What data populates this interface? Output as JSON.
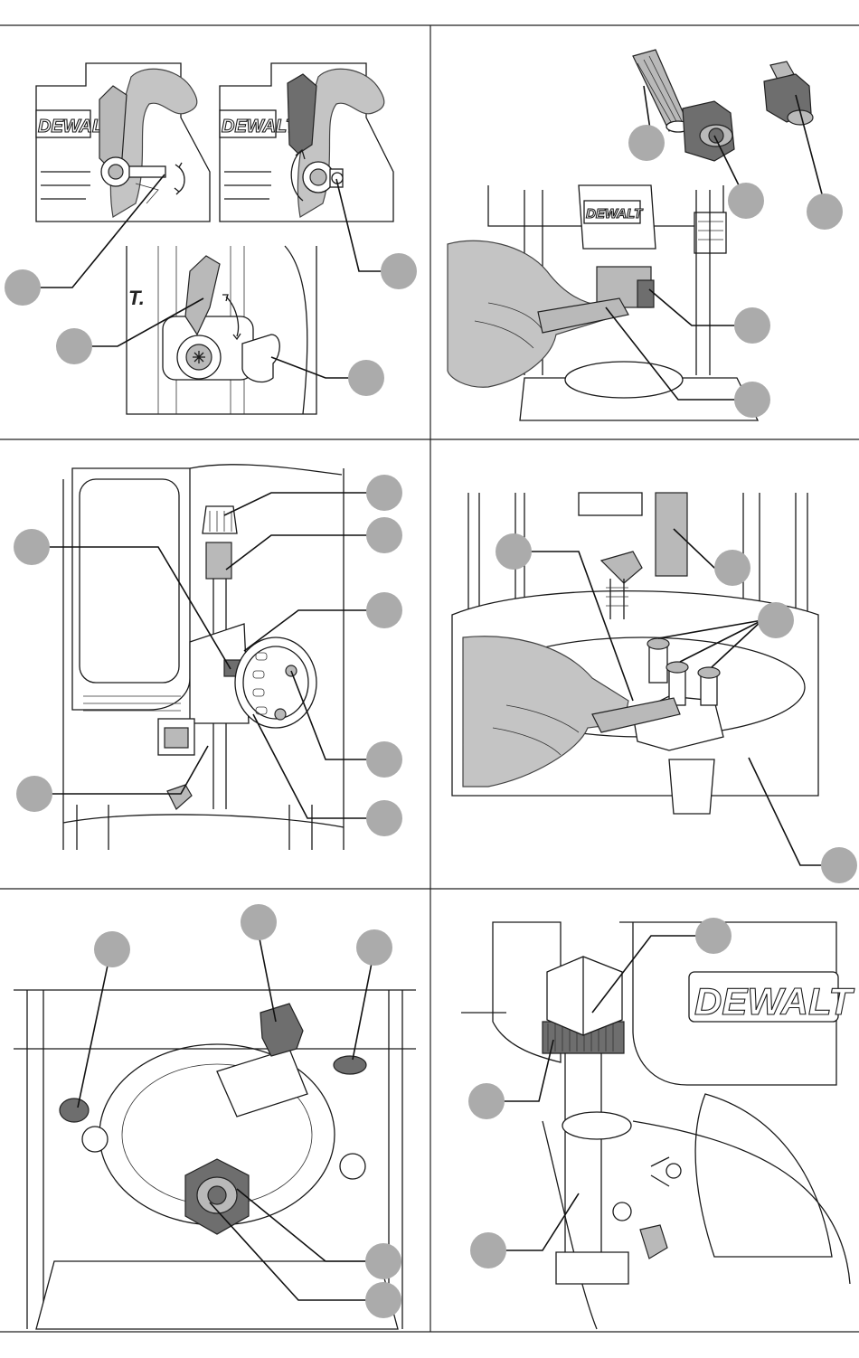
{
  "page": {
    "brand_marks": {
      "panel1_left": "DEWALT",
      "panel1_right": "DEWALT",
      "panel1_bottom": "T.",
      "panel2": "DEWALT",
      "panel6": "DEWALT"
    },
    "colors": {
      "callout_fill": "#ababab",
      "line_ink": "#1a1a1a",
      "frame": "#222222"
    }
  }
}
